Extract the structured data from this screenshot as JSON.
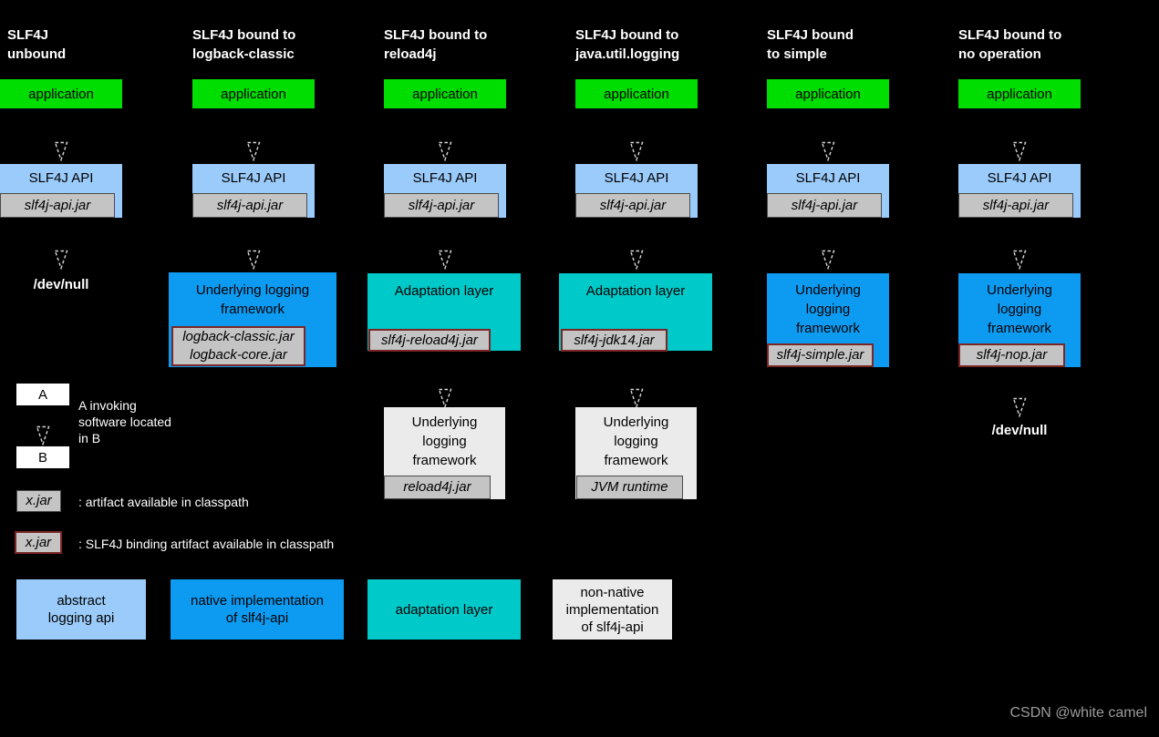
{
  "columns": [
    {
      "header": "SLF4J\nunbound",
      "app": "application",
      "api": "SLF4J API",
      "api_jar": "slf4j-api.jar",
      "devnull": "/dev/null"
    },
    {
      "header": "SLF4J bound to\nlogback-classic",
      "app": "application",
      "api": "SLF4J API",
      "api_jar": "slf4j-api.jar",
      "impl": "Underlying logging\nframework",
      "impl_jar": "logback-classic.jar\nlogback-core.jar"
    },
    {
      "header": "SLF4J bound to\nreload4j",
      "app": "application",
      "api": "SLF4J API",
      "api_jar": "slf4j-api.jar",
      "adapter": "Adaptation layer",
      "adapter_jar": "slf4j-reload4j.jar",
      "underlying": "Underlying\nlogging\nframework",
      "underlying_jar": "reload4j.jar"
    },
    {
      "header": "SLF4J bound to\njava.util.logging",
      "app": "application",
      "api": "SLF4J API",
      "api_jar": "slf4j-api.jar",
      "adapter": "Adaptation layer",
      "adapter_jar": "slf4j-jdk14.jar",
      "underlying": "Underlying\nlogging\nframework",
      "underlying_jar": "JVM runtime"
    },
    {
      "header": "SLF4J bound\nto simple",
      "app": "application",
      "api": "SLF4J API",
      "api_jar": "slf4j-api.jar",
      "impl": "Underlying\nlogging\nframework",
      "impl_jar": "slf4j-simple.jar"
    },
    {
      "header": "SLF4J bound to\nno operation",
      "app": "application",
      "api": "SLF4J API",
      "api_jar": "slf4j-api.jar",
      "impl": "Underlying\nlogging\nframework",
      "impl_jar": "slf4j-nop.jar",
      "devnull": "/dev/null"
    }
  ],
  "legend": {
    "a": "A",
    "b": "B",
    "invoking": "A invoking\nsoftware located\nin B",
    "xjar": "x.jar",
    "artifact_note": ": artifact available in classpath",
    "binding_note": ": SLF4J binding artifact available in classpath",
    "keys": [
      {
        "label": "abstract\nlogging api",
        "color": "#9bcbfa"
      },
      {
        "label": "native implementation\nof slf4j-api",
        "color": "#0d9bf2"
      },
      {
        "label": "adaptation layer",
        "color": "#00c9c9"
      },
      {
        "label": "non-native\nimplementation\nof slf4j-api",
        "color": "#ebebeb"
      }
    ]
  },
  "watermark": "CSDN @white camel",
  "colors": {
    "background": "#000000",
    "application_green": "#00dd00",
    "api_light_blue": "#9bcbfa",
    "native_blue": "#0d9bf2",
    "adaptation_teal": "#00c9c9",
    "non_native_gray": "#ebebeb",
    "jar_gray": "#c4c4c4",
    "binding_border_red": "#7b2626"
  }
}
